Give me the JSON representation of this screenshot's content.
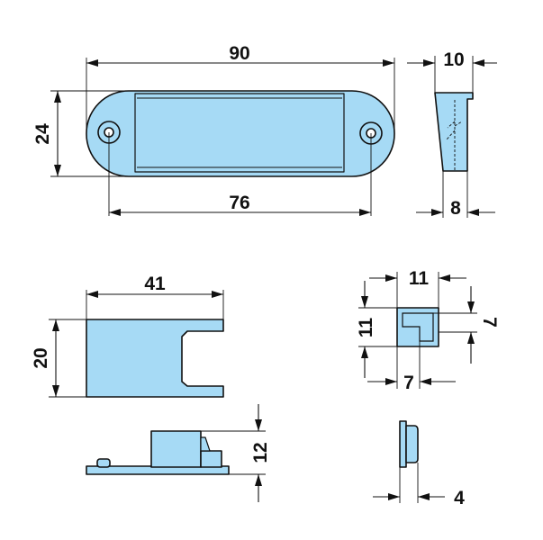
{
  "colors": {
    "part_fill": "#a6daf5",
    "line": "#111111",
    "background": "#ffffff"
  },
  "dimensions": {
    "top_view_overall_length": "90",
    "top_view_height": "24",
    "top_view_hole_spacing": "76",
    "side_view_top_width": "10",
    "side_view_bottom_width": "8",
    "counter_plate_length": "41",
    "counter_plate_width": "20",
    "counter_plate_height": "12",
    "corner_profile_outer_w": "11",
    "corner_profile_outer_h": "11",
    "corner_profile_inner_h": "7",
    "corner_profile_inner_w": "7",
    "cap_width": "4"
  }
}
